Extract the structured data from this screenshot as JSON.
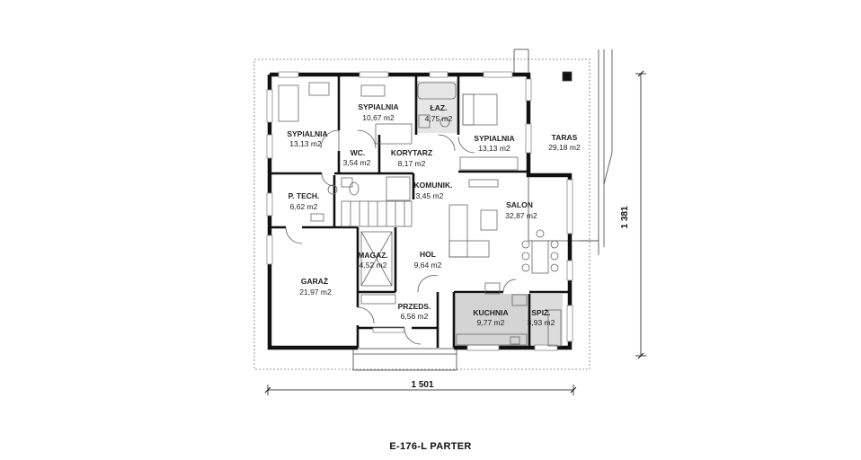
{
  "caption": "E-176-L PARTER",
  "dimensions": {
    "width": "1 501",
    "depth": "1 381"
  },
  "rooms": {
    "sypialnia_1": {
      "name": "SYPIALNIA",
      "area": "13,13 m2"
    },
    "sypialnia_2": {
      "name": "SYPIALNIA",
      "area": "10,67 m2"
    },
    "lazienka": {
      "name": "ŁAZ.",
      "area": "4,75 m2"
    },
    "sypialnia_3": {
      "name": "SYPIALNIA",
      "area": "13,13 m2"
    },
    "taras": {
      "name": "TARAS",
      "area": "29,18 m2"
    },
    "wc": {
      "name": "WC.",
      "area": "3,54 m2"
    },
    "korytarz": {
      "name": "KORYTARZ",
      "area": "8,17 m2"
    },
    "komunikacja": {
      "name": "KOMUNIK.",
      "area": "3,45 m2"
    },
    "salon": {
      "name": "SALON",
      "area": "32,87 m2"
    },
    "p_tech": {
      "name": "P. TECH.",
      "area": "6,62 m2"
    },
    "garaz": {
      "name": "GARAŻ",
      "area": "21,97 m2"
    },
    "magazyn": {
      "name": "MAGAZ.",
      "area": "4,52 m2"
    },
    "hol": {
      "name": "HOL",
      "area": "9,64 m2"
    },
    "przedsionek": {
      "name": "PRZEDS.",
      "area": "6,56 m2"
    },
    "kuchnia": {
      "name": "KUCHNIA",
      "area": "9,77 m2"
    },
    "spizarnia": {
      "name": "SPIŻ.",
      "area": "3,93 m2"
    }
  },
  "colors": {
    "wall": "#111111",
    "kitchen_floor": "#d4d4d4",
    "tile_floor": "#e4e4e4",
    "fixture": "#666666",
    "window": "#9a9a9a"
  }
}
